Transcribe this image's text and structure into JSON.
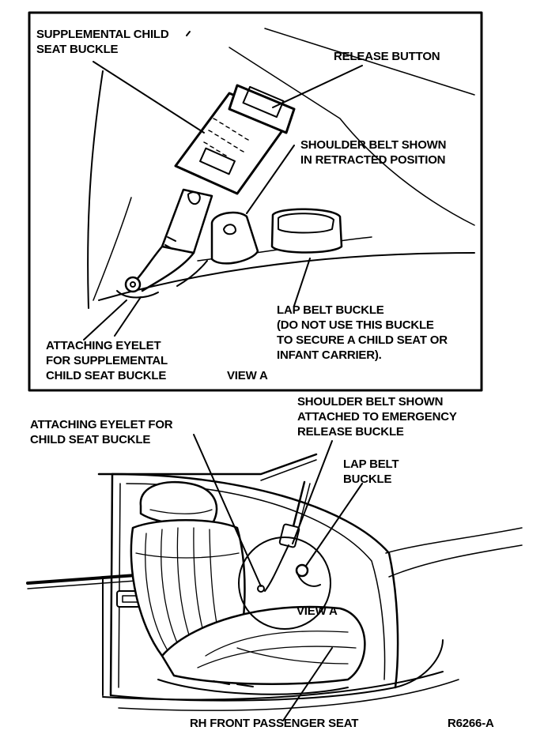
{
  "view_a": {
    "supplemental_child_seat_buckle": [
      "SUPPLEMENTAL CHILD",
      "SEAT BUCKLE"
    ],
    "release_button": "RELEASE BUTTON",
    "shoulder_belt_retracted": [
      "SHOULDER BELT SHOWN",
      "IN RETRACTED POSITION"
    ],
    "lap_belt_buckle_note": [
      "LAP BELT BUCKLE",
      "(DO NOT USE THIS BUCKLE",
      "TO SECURE A CHILD SEAT OR",
      "INFANT CARRIER)."
    ],
    "attaching_eyelet_supplemental": [
      "ATTACHING EYELET",
      "FOR SUPPLEMENTAL",
      "CHILD SEAT BUCKLE"
    ],
    "view_label": "VIEW A"
  },
  "lower": {
    "attaching_eyelet_child": [
      "ATTACHING EYELET FOR",
      "CHILD SEAT BUCKLE"
    ],
    "shoulder_belt_attached": [
      "SHOULDER BELT SHOWN",
      "ATTACHED TO EMERGENCY",
      "RELEASE BUCKLE"
    ],
    "lap_belt_buckle": [
      "LAP BELT",
      "BUCKLE"
    ],
    "view_a_marker": "VIEW A",
    "seat_caption": "RH FRONT PASSENGER SEAT",
    "figure_code": "R6266-A"
  }
}
